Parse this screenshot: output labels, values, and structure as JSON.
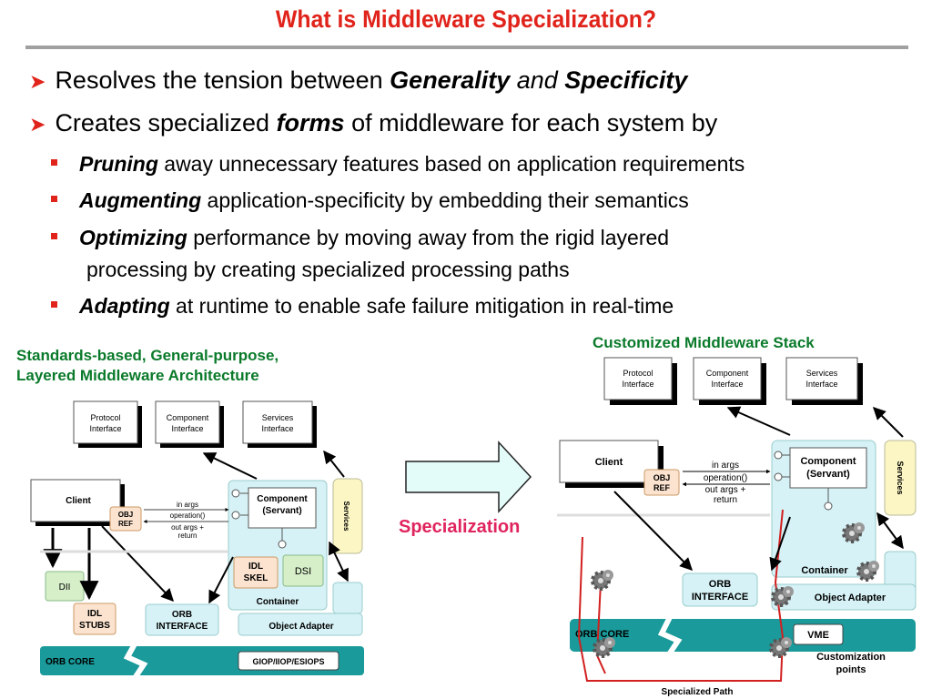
{
  "slide": {
    "title": "What is Middleware Specialization?",
    "bullets": [
      {
        "prefix": "Resolves the tension between ",
        "em1": "Generality",
        "mid": " and ",
        "em2": "Specificity"
      },
      {
        "prefix": "Creates specialized ",
        "em1": "forms",
        "suffix": " of middleware for each system by"
      }
    ],
    "subbullets": [
      {
        "term": "Pruning",
        "text": " away unnecessary features based on application requirements"
      },
      {
        "term": "Augmenting",
        "text": " application-specificity by embedding their semantics"
      },
      {
        "term": "Optimizing",
        "text": " performance by moving away from the rigid layered",
        "text2": "processing by creating specialized processing paths"
      },
      {
        "term": "Adapting",
        "text": " at runtime to enable safe failure mitigation in real-time"
      }
    ]
  },
  "left_diagram": {
    "caption_line1": "Standards-based, General-purpose,",
    "caption_line2": "Layered Middleware Architecture",
    "protocol_l1": "Protocol",
    "protocol_l2": "Interface",
    "component_l1": "Component",
    "component_l2": "Interface",
    "services_l1": "Services",
    "services_l2": "Interface",
    "client": "Client",
    "obj": "OBJ",
    "ref": "REF",
    "in_args": "in args",
    "operation": "operation()",
    "out_args": "out args +",
    "return": "return",
    "servant_l1": "Component",
    "servant_l2": "(Servant)",
    "services": "Services",
    "idl_skel_l1": "IDL",
    "idl_skel_l2": "SKEL",
    "dsi": "DSI",
    "container": "Container",
    "dii": "DII",
    "idl_stubs_l1": "IDL",
    "idl_stubs_l2": "STUBS",
    "orb_if_l1": "ORB",
    "orb_if_l2": "INTERFACE",
    "object_adapter": "Object Adapter",
    "orb_core": "ORB CORE",
    "giop": "GIOP/IIOP/ESIOPS"
  },
  "center": {
    "label": "Specialization"
  },
  "right_diagram": {
    "caption": "Customized Middleware Stack",
    "protocol_l1": "Protocol",
    "protocol_l2": "Interface",
    "component_l1": "Component",
    "component_l2": "Interface",
    "services_l1": "Services",
    "services_l2": "Interface",
    "client": "Client",
    "obj": "OBJ",
    "ref": "REF",
    "in_args": "in args",
    "operation": "operation()",
    "out_args": "out args +",
    "return": "return",
    "servant_l1": "Component",
    "servant_l2": "(Servant)",
    "services": "Services",
    "container": "Container",
    "orb_if_l1": "ORB",
    "orb_if_l2": "INTERFACE",
    "object_adapter": "Object Adapter",
    "orb_core": "ORB CORE",
    "vme": "VME",
    "custom_l1": "Customization",
    "custom_l2": "points",
    "specialized_path": "Specialized Path"
  }
}
